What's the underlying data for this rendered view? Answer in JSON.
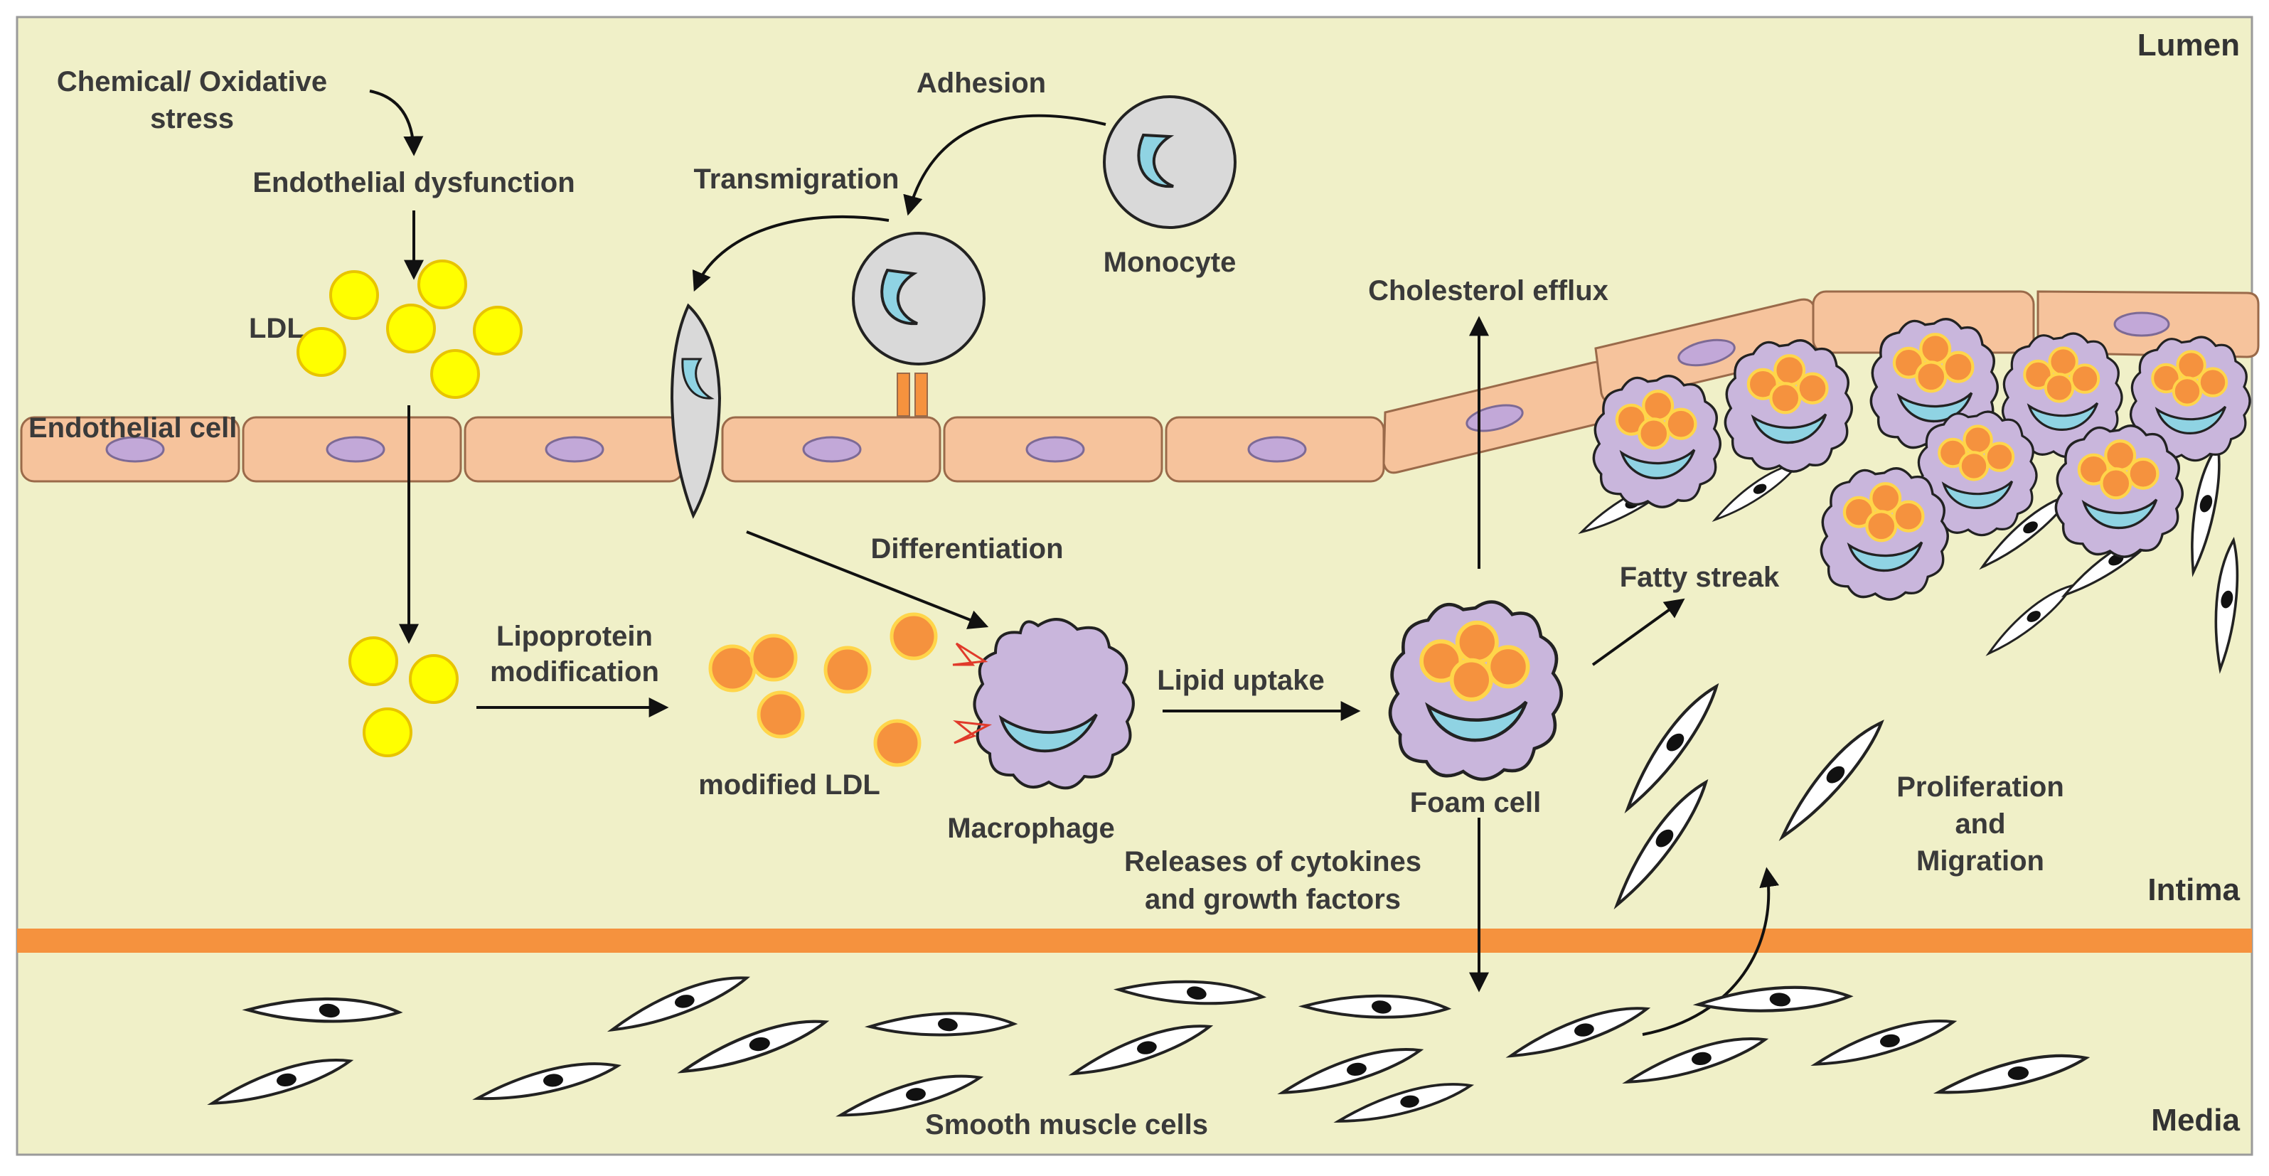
{
  "regions": {
    "lumen": "Lumen",
    "intima": "Intima",
    "media": "Media"
  },
  "labels": {
    "stress_line1": "Chemical/ Oxidative",
    "stress_line2": "stress",
    "endothelial_dysfunction": "Endothelial dysfunction",
    "ldl": "LDL",
    "endothelial_cell": "Endothelial cell",
    "adhesion": "Adhesion",
    "transmigration": "Transmigration",
    "monocyte": "Monocyte",
    "differentiation": "Differentiation",
    "lipoprotein_line1": "Lipoprotein",
    "lipoprotein_line2": "modification",
    "modified_ldl": "modified LDL",
    "macrophage": "Macrophage",
    "lipid_uptake": "Lipid uptake",
    "foam_cell": "Foam cell",
    "cholesterol_efflux": "Cholesterol efflux",
    "fatty_streak": "Fatty streak",
    "releases_line1": "Releases of cytokines",
    "releases_line2": "and growth factors",
    "prolif_line1": "Proliferation",
    "prolif_line2": "and",
    "prolif_line3": "Migration",
    "smooth_muscle": "Smooth muscle cells"
  },
  "colors": {
    "background": "#f0f0c8",
    "endothelial_cell": "#f6c39c",
    "nucleus": "#c2a8d8",
    "ldl": "#ffff00",
    "modified_ldl": "#f5923e",
    "monocyte": "#d9d9d9",
    "monocyte_nucleus": "#8fd3e3",
    "macrophage": "#c9b6dc",
    "membrane": "#f5923e"
  }
}
